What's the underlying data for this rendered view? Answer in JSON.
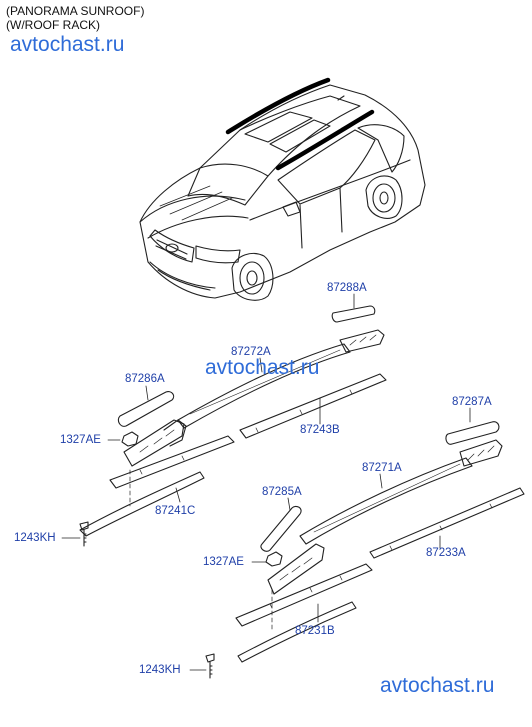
{
  "header": {
    "line1": "(PANORAMA SUNROOF)",
    "line2": "(W/ROOF RACK)"
  },
  "watermarks": {
    "top": "avtochast.ru",
    "middle": "avtochast.ru",
    "bottom": "avtochast.ru"
  },
  "parts": {
    "p87288A": "87288A",
    "p87272A": "87272A",
    "p87286A": "87286A",
    "p1327AE_1": "1327AE",
    "p87243B": "87243B",
    "p87241C": "87241C",
    "p1243KH_1": "1243KH",
    "p87287A": "87287A",
    "p87271A": "87271A",
    "p87285A": "87285A",
    "p1327AE_2": "1327AE",
    "p87233A": "87233A",
    "p87231B": "87231B",
    "p1243KH_2": "1243KH"
  },
  "colors": {
    "label": "#1f3fa8",
    "watermark": "#2f6cd8",
    "line": "#222222"
  }
}
